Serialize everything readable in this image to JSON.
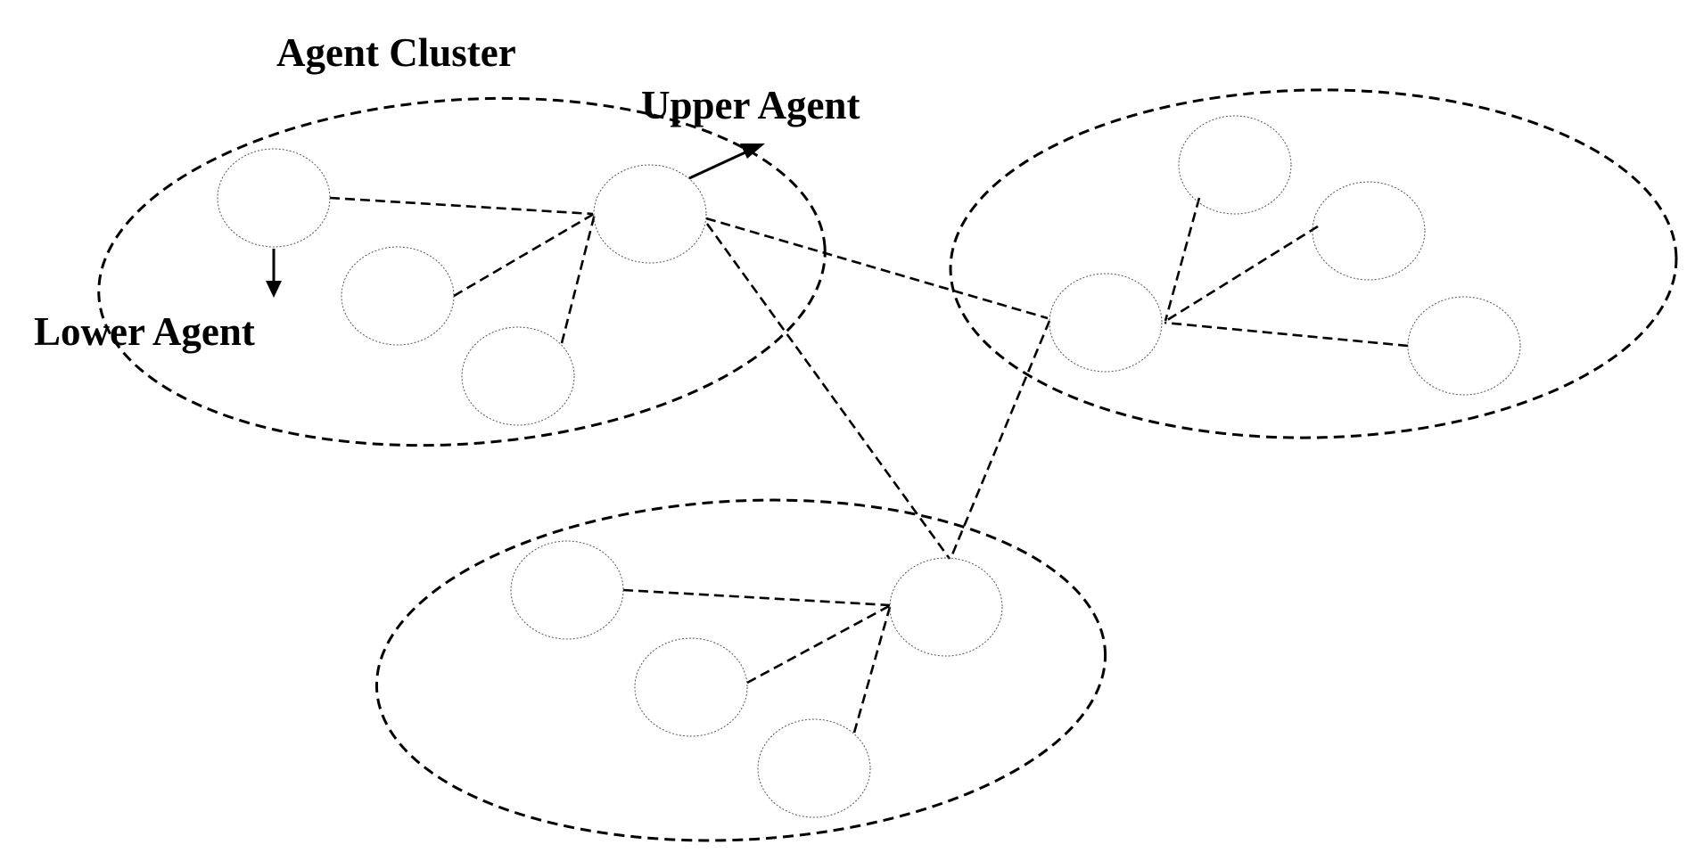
{
  "labels": {
    "cluster": "Agent Cluster",
    "upper": "Upper Agent",
    "lower": "Lower Agent"
  },
  "colors": {
    "stroke": "#000000",
    "agent_stroke": "#555555",
    "background": "#ffffff"
  }
}
